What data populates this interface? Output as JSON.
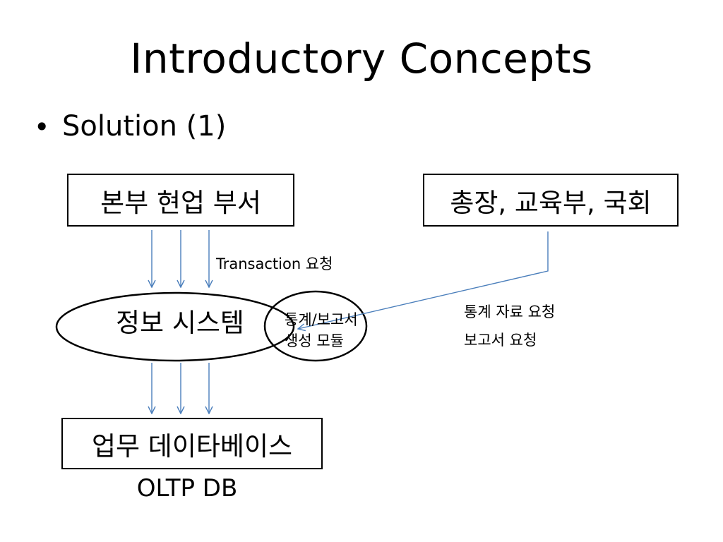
{
  "title": "Introductory Concepts",
  "bullet": {
    "marker": "•",
    "text": "Solution (1)"
  },
  "nodes": {
    "hq": "본부 현업 부서",
    "gov": "총장, 교육부, 국회",
    "system": "정보 시스템",
    "module": [
      "통계/보고서",
      "생성 모듈"
    ],
    "db": "업무 데이타베이스",
    "db_caption": "OLTP DB"
  },
  "edge_labels": {
    "transaction": "Transaction 요청",
    "requests": [
      "통계 자료 요청",
      "보고서 요청"
    ]
  },
  "colors": {
    "arrow": "#4a7ebb",
    "border": "#000000"
  }
}
